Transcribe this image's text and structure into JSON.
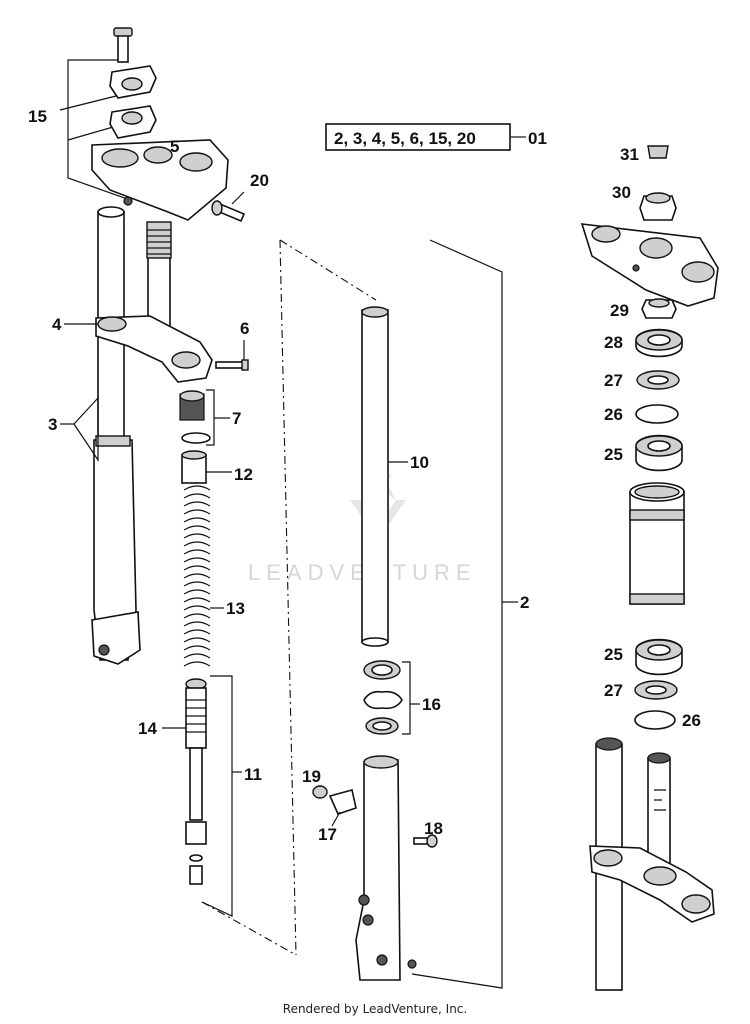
{
  "labels": {
    "p1": "15",
    "p2": "5",
    "p3": "20",
    "p4": "4",
    "p5": "6",
    "p6": "3",
    "p7": "7",
    "p8": "12",
    "p9": "13",
    "p10": "14",
    "p11": "11",
    "p12": "10",
    "p13": "2",
    "p14": "16",
    "p15": "19",
    "p16": "17",
    "p17": "18",
    "p18": "31",
    "p19": "30",
    "p20": "29",
    "p21": "28",
    "p22": "27",
    "p23": "26",
    "p24": "25",
    "p25": "25",
    "p26": "27",
    "p27": "26"
  },
  "kit": {
    "parts": "2, 3, 4, 5, 6, 15, 20",
    "number": "01"
  },
  "watermark": "LEADVENTURE",
  "footer": "Rendered by LeadVenture, Inc."
}
